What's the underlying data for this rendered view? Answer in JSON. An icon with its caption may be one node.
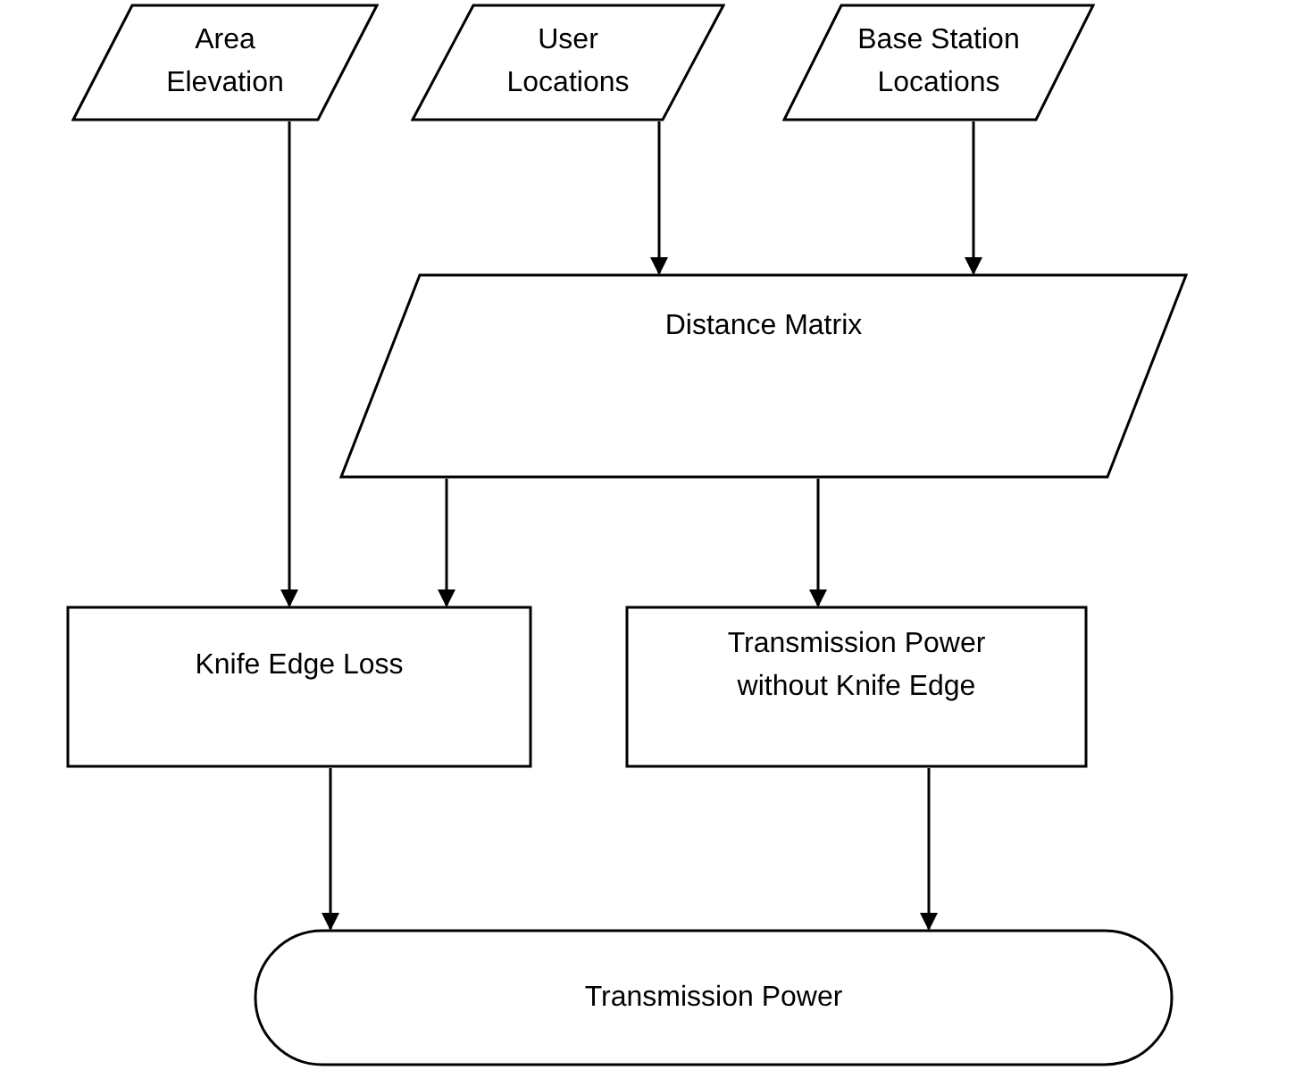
{
  "diagram": {
    "nodes": [
      {
        "text": [
          "Area Elevation"
        ]
      },
      {
        "text": [
          "User Locations"
        ]
      },
      {
        "text": [
          "Base Station Locations"
        ]
      },
      {
        "text": [
          "Distance Matrix"
        ]
      },
      {
        "text": [
          "Knife Edge Loss"
        ]
      },
      {
        "text": [
          "Transmission Power without Knife Edge"
        ]
      },
      {
        "text": [
          "Transmission Power"
        ]
      }
    ],
    "edges": [
      {
        "from": 0,
        "to": 4,
        "arrow": "to"
      },
      {
        "from": 1,
        "to": 3,
        "arrow": "to"
      },
      {
        "from": 2,
        "to": 3,
        "arrow": "to"
      },
      {
        "from": 3,
        "to": 4,
        "arrow": "to"
      },
      {
        "from": 3,
        "to": 5,
        "arrow": "to"
      },
      {
        "from": 4,
        "to": 6,
        "arrow": "to"
      },
      {
        "from": 5,
        "to": 6,
        "arrow": "to"
      }
    ]
  }
}
